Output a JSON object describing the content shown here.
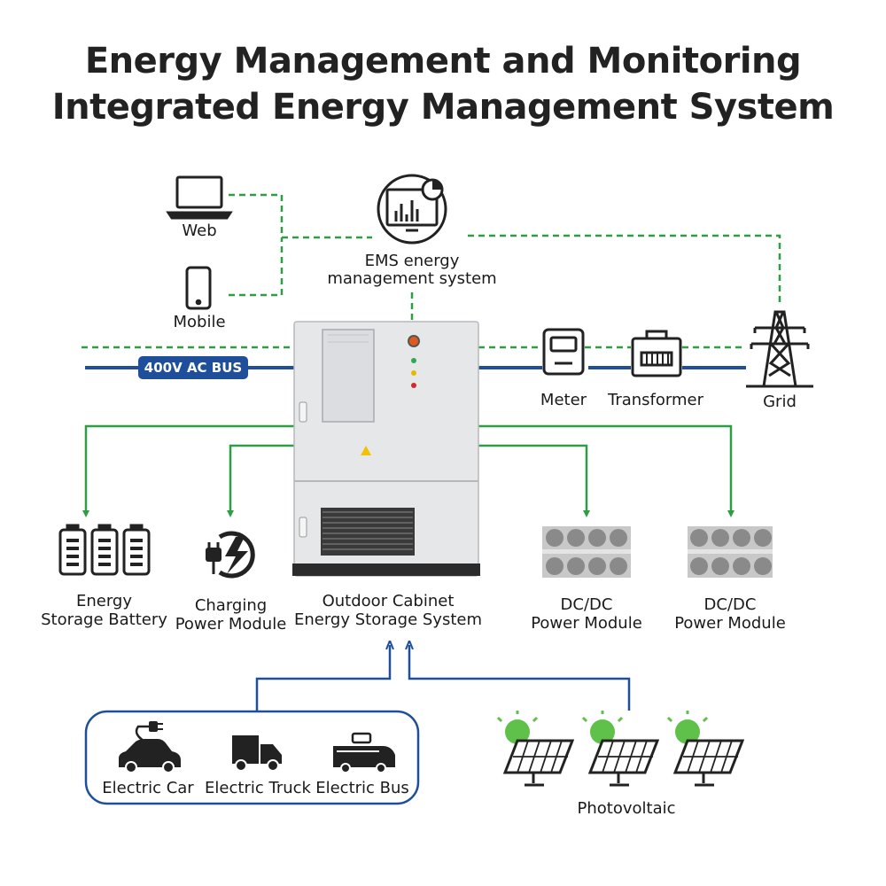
{
  "title": {
    "line1": "Energy Management and Monitoring",
    "line2": "Integrated Energy Management System"
  },
  "bus_label": "400V AC BUS",
  "nodes": {
    "web": "Web",
    "mobile": "Mobile",
    "ems_line1": "EMS energy",
    "ems_line2": "management system",
    "meter": "Meter",
    "transformer": "Transformer",
    "grid": "Grid",
    "battery_line1": "Energy",
    "battery_line2": "Storage Battery",
    "charging_line1": "Charging",
    "charging_line2": "Power Module",
    "cabinet_line1": "Outdoor Cabinet",
    "cabinet_line2": "Energy Storage System",
    "dcdc1_line1": "DC/DC",
    "dcdc1_line2": "Power Module",
    "dcdc2_line1": "DC/DC",
    "dcdc2_line2": "Power Module",
    "electric_car": "Electric Car",
    "electric_truck": "Electric Truck",
    "electric_bus": "Electric Bus",
    "photovoltaic": "Photovoltaic"
  },
  "colors": {
    "comm_line": "#2e9e44",
    "power_line": "#1f4f9b",
    "dc_line": "#2e9e44",
    "sun": "#5fc04a",
    "warning": "#f2c200"
  },
  "icons": [
    "laptop-icon",
    "smartphone-icon",
    "monitor-chart-icon",
    "meter-icon",
    "transformer-icon",
    "pylon-icon",
    "battery-icon",
    "charging-plug-icon",
    "cabinet-icon",
    "power-module-icon",
    "car-icon",
    "truck-icon",
    "bus-icon",
    "solar-panel-icon"
  ]
}
